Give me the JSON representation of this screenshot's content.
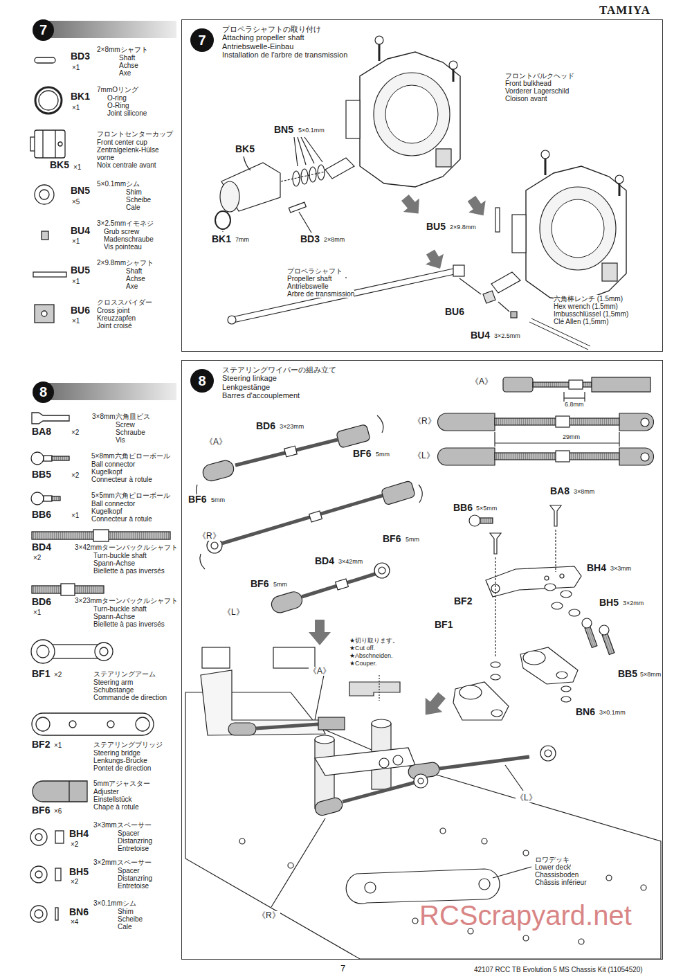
{
  "diagram": {
    "nodes": [
      {
        "text": [
          "7"
        ]
      },
      {
        "text": [
          "プロペラシャフトの取り付け",
          "Attaching propeller shaft",
          "Antriebswelle-Einbau",
          "Installation de l'arbre de transmission"
        ]
      },
      {
        "text": [
          "7"
        ],
        "in": 1
      },
      {
        "text": [
          "8"
        ]
      },
      {
        "text": [
          "ステアリングワイパーの組み立て",
          "Steering linkage",
          "Lenkgestänge",
          "Barres d'accouplement"
        ]
      },
      {
        "text": [
          "8"
        ],
        "in": 4
      }
    ],
    "labels": [
      "TAMIYA",
      "BD3",
      "×1",
      "2×8mmシャフト",
      "Shaft",
      "Achse",
      "Axe",
      "BK1",
      "×1",
      "7mmOリング",
      "O-ring",
      "O-Ring",
      "Joint silicone",
      "BK5",
      "×1",
      "フロントセンターカップ",
      "Front center cup",
      "Zentralgelenk-Hülse",
      "vorne",
      "Noix centrale avant",
      "BN5",
      "×5",
      "5×0.1mmシム",
      "Shim",
      "Scheibe",
      "Cale",
      "BU4",
      "×1",
      "3×2.5mmイモネジ",
      "Grub screw",
      "Madenschraube",
      "Vis pointeau",
      "BU5",
      "×1",
      "2×9.8mmシャフト",
      "Shaft",
      "Achse",
      "Axe",
      "BU6",
      "×1",
      "クロススパイダー",
      "Cross joint",
      "Kreuzzapfen",
      "Joint croisé",
      "BA8",
      "×2",
      "3×8mm六角皿ビス",
      "Screw",
      "Schraube",
      "Vis",
      "BB5",
      "×2",
      "5×8mm六角ピローボール",
      "Ball connector",
      "Kugelkopf",
      "Connecteur à rotule",
      "BB6",
      "×1",
      "5×5mm六角ピローボール",
      "Ball connector",
      "Kugelkopf",
      "Connecteur à rotule",
      "BD4",
      "×2",
      "3×42mmターンバックルシャフト",
      "Turn-buckle shaft",
      "Spann-Achse",
      "Biellette à pas inversés",
      "BD6",
      "×1",
      "3×23mmターンバックルシャフト",
      "Turn-buckle shaft",
      "Spann-Achse",
      "Biellette à pas inversés",
      "BF1",
      "×2",
      "ステアリングアーム",
      "Steering arm",
      "Schubstange",
      "Commande de direction",
      "BF2",
      "×1",
      "ステアリングブリッジ",
      "Steering bridge",
      "Lenkungs-Brücke",
      "Pontet de direction",
      "BF6",
      "×6",
      "5mmアジャスター",
      "Adjuster",
      "Einstellstück",
      "Chape à rotule",
      "BH4",
      "×2",
      "3×3mmスペーサー",
      "Spacer",
      "Distanzring",
      "Entretoise",
      "BH5",
      "×2",
      "3×2mmスペーサー",
      "Spacer",
      "Distanzring",
      "Entretoise",
      "BN6",
      "×4",
      "3×0.1mmシム",
      "Shim",
      "Scheibe",
      "Cale",
      "フロントバルクヘッド",
      "Front bulkhead",
      "Vorderer Lagerschild",
      "Cloison avant",
      "BN5",
      "5×0.1mm",
      "BK5",
      "BK1",
      "7mm",
      "BD3",
      "2×8mm",
      "BU5",
      "2×9.8mm",
      "プロペラシャフト",
      "Propeller shaft",
      "Antriebswelle",
      "Arbre de transmission",
      "BU6",
      "BU4",
      "3×2.5mm",
      "六角棒レンチ (1.5mm)",
      "Hex wrench (1.5mm)",
      "Imbusschlüssel (1,5mm)",
      "Clé Allen (1,5mm)",
      "《A》",
      "6.8mm",
      "《R》",
      "29mm",
      "《L》",
      "BD6",
      "3×23mm",
      "《A》",
      "BF6",
      "5mm",
      "BF6",
      "5mm",
      "《R》",
      "BF6",
      "5mm",
      "BD4",
      "3×42mm",
      "BF6",
      "5mm",
      "《L》",
      "BB6",
      "5×5mm",
      "BA8",
      "3×8mm",
      "BH4",
      "3×3mm",
      "BF2",
      "BH5",
      "3×2mm",
      "BF1",
      "BB5",
      "5×8mm",
      "BN6",
      "3×0.1mm",
      "★切り取ります。",
      "★Cut off.",
      "★Abschneiden.",
      "★Couper.",
      "《A》",
      "《L》",
      "《R》",
      "ロワデッキ",
      "Lower deck",
      "Chassisboden",
      "Châssis inférieur",
      "7",
      "42107 RCC TB Evolution 5 MS Chassis Kit (11054520)",
      "RCScrapyard.net"
    ]
  }
}
